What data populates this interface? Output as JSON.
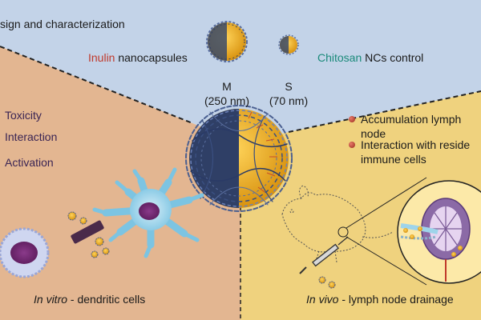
{
  "header": {
    "title": "sign and characterization"
  },
  "design": {
    "inulin_word": "Inulin",
    "inulin_rest": " nanocapsules",
    "chitosan_word": "Chitosan",
    "chitosan_rest": " NCs control",
    "size_m_label": "M",
    "size_m_value": "(250 nm)",
    "size_s_label": "S",
    "size_s_value": "(70 nm)"
  },
  "in_vitro": {
    "items": [
      "Toxicity",
      "Interaction",
      "Activation"
    ],
    "caption_ital": "In vitro",
    "caption_rest": " - dendritic cells"
  },
  "in_vivo": {
    "items": [
      {
        "line1": "Accumulation lymph",
        "line2": "node"
      },
      {
        "line1": "Interaction with reside",
        "line2": "immune cells"
      }
    ],
    "caption_ital": "In vivo",
    "caption_rest": " - lymph node drainage"
  },
  "colors": {
    "design_panel": "#c3d3e8",
    "in_vitro_panel": "#e3b691",
    "in_vivo_panel": "#efd27e",
    "inulin": "#c0392b",
    "chitosan": "#1a8a7a",
    "nanocapsule_core": "#f0b42a",
    "dendritic_cell": "#9ed4ea"
  }
}
